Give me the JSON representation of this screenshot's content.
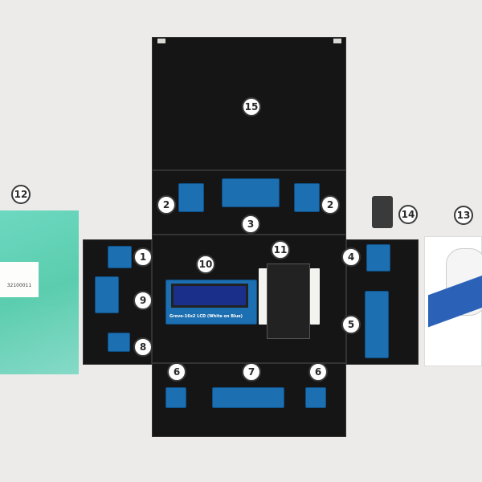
{
  "callouts": [
    "1",
    "2",
    "3",
    "4",
    "5",
    "6",
    "7",
    "8",
    "9",
    "10",
    "11",
    "12",
    "13",
    "14",
    "15"
  ],
  "lcd_label": "Grove-16x2 LCD (White on Blue)",
  "bag_label": "32100011",
  "colors": {
    "panel": "#151516",
    "pcb": "#1c6fb0",
    "background": "#ecebea",
    "bag": "#4ccaa8"
  }
}
